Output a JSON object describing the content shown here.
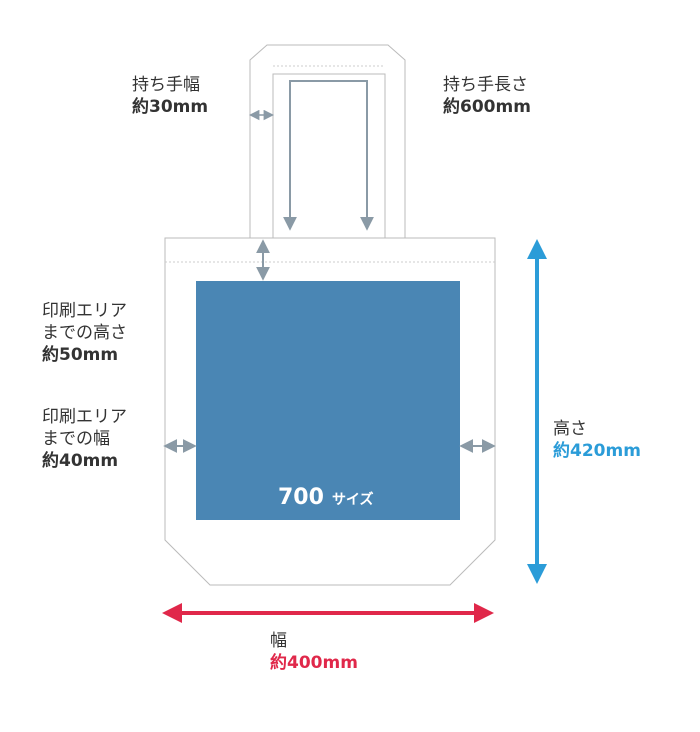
{
  "labels": {
    "handle_width": {
      "title": "持ち手幅",
      "value": "約30mm"
    },
    "handle_length": {
      "title": "持ち手長さ",
      "value": "約600mm"
    },
    "print_height_offset": {
      "line1": "印刷エリア",
      "line2": "までの高さ",
      "value": "約50mm"
    },
    "print_width_offset": {
      "line1": "印刷エリア",
      "line2": "までの幅",
      "value": "約40mm"
    },
    "height": {
      "title": "高さ",
      "value": "約420mm"
    },
    "width": {
      "title": "幅",
      "value": "約400mm"
    }
  },
  "print_area": {
    "size_number": "700",
    "size_suffix": "サイズ"
  },
  "colors": {
    "outline": "#bbbbbb",
    "print_area": "#4a86b4",
    "gray_arrow": "#8a9aa6",
    "height_arrow": "#2b9cd8",
    "width_arrow": "#e0284a"
  }
}
